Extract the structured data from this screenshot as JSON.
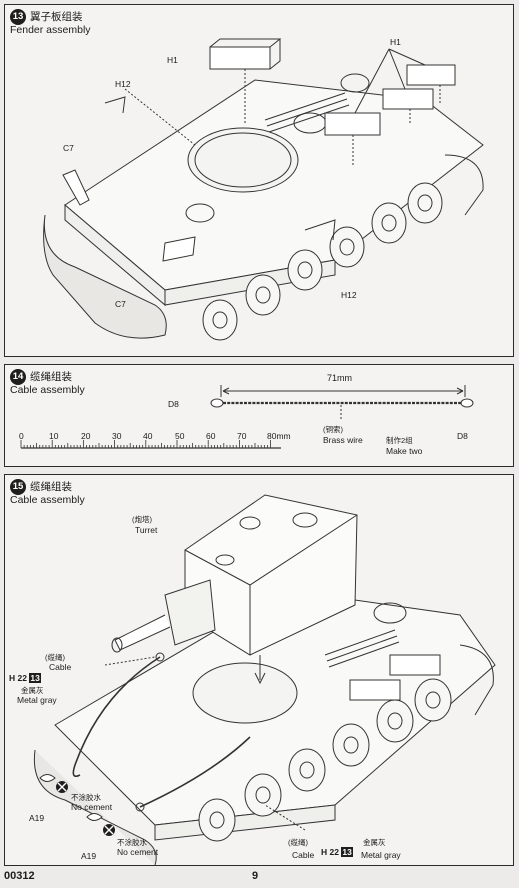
{
  "step13": {
    "number": "13",
    "title_cn": "翼子板组装",
    "title_en": "Fender assembly",
    "parts": {
      "h1_left": "H1",
      "h1_right": "H1",
      "h12_top": "H12",
      "h12_bottom": "H12",
      "c7_top": "C7",
      "c7_bottom": "C7"
    }
  },
  "step14": {
    "number": "14",
    "title_cn": "缆绳组装",
    "title_en": "Cable assembly",
    "length": "71mm",
    "end_left": "D8",
    "end_right": "D8",
    "wire_cn": "(铜索)",
    "wire_en": "Brass wire",
    "make_cn": "制作2组",
    "make_en": "Make two",
    "ruler_ticks": [
      "0",
      "10",
      "20",
      "30",
      "40",
      "50",
      "60",
      "70",
      "80mm"
    ]
  },
  "step15": {
    "number": "15",
    "title_cn": "缆绳组装",
    "title_en": "Cable assembly",
    "turret_cn": "(炮塔)",
    "turret_en": "Turret",
    "cable_left_cn": "(缆绳)",
    "cable_left_en": "Cable",
    "paint_letter": "H",
    "paint_num1": "22",
    "paint_num2": "13",
    "paint_cn": "金属灰",
    "paint_en": "Metal gray",
    "nocement1_cn": "不涂胶水",
    "nocement1_en": "No cement",
    "a19_1": "A19",
    "nocement2_cn": "不涂胶水",
    "nocement2_en": "No cement",
    "a19_2": "A19",
    "cable_bottom_cn": "(缆绳)",
    "cable_bottom_en": "Cable",
    "paint_cn_bottom": "金属灰",
    "paint_en_bottom": "Metal gray"
  },
  "footer": {
    "code": "00312",
    "page": "9"
  }
}
